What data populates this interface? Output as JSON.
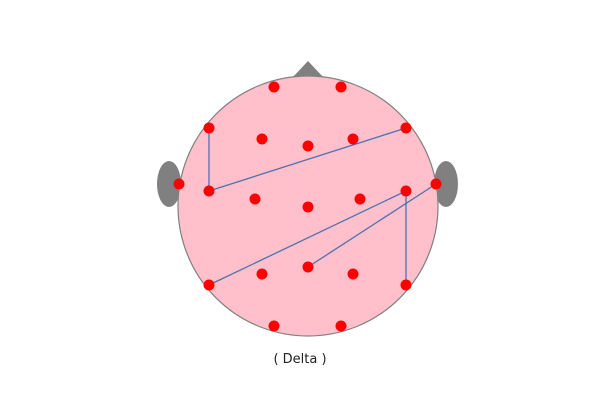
{
  "caption": "( Delta )",
  "colors": {
    "head_fill": "#ffc0cb",
    "head_outline": "#808080",
    "ear_nose": "#808080",
    "electrode": "#ff0000",
    "connection": "#4c72b0"
  },
  "connections": [
    {
      "from": "F7",
      "to": "T7"
    },
    {
      "from": "T7",
      "to": "F8"
    },
    {
      "from": "T8",
      "to": "P7"
    },
    {
      "from": "T10",
      "to": "Pz"
    },
    {
      "from": "T8",
      "to": "P8"
    }
  ]
}
